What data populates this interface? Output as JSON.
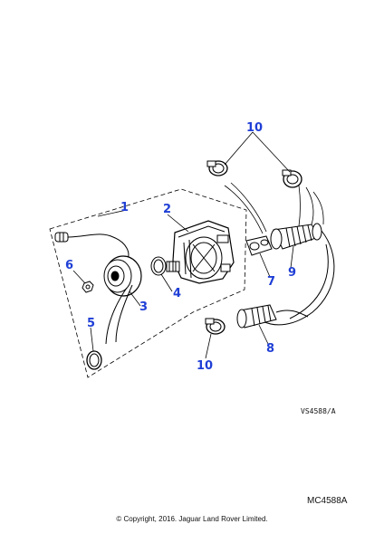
{
  "callouts": {
    "c1": "1",
    "c2": "2",
    "c3": "3",
    "c4": "4",
    "c5": "5",
    "c6": "6",
    "c7": "7",
    "c8": "8",
    "c9": "9",
    "c10_top": "10",
    "c10_bottom": "10"
  },
  "diagram_ref": "VS4588/A",
  "page_ref": "MC4588A",
  "copyright": "© Copyright, 2016. Jaguar Land Rover Limited.",
  "colors": {
    "callout": "#1f3fd6",
    "line": "#000000"
  }
}
